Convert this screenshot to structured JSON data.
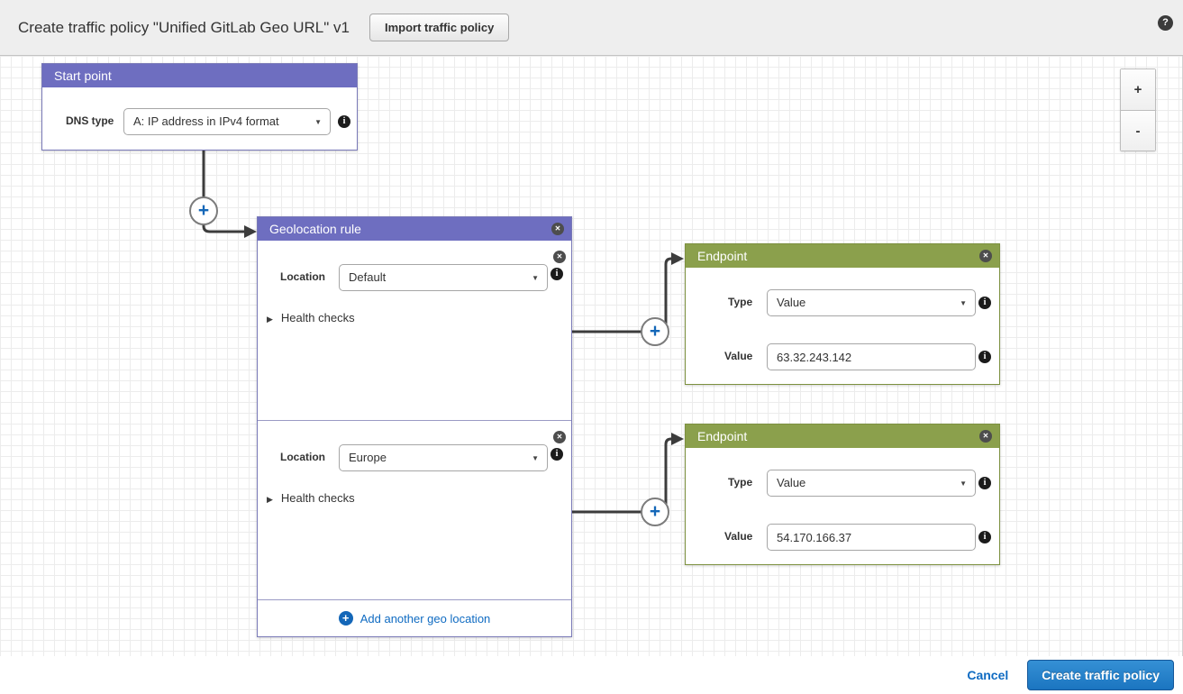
{
  "header": {
    "title": "Create traffic policy \"Unified GitLab Geo URL\" v1",
    "import_button": "Import traffic policy"
  },
  "icons": {
    "help": "?",
    "close": "✕",
    "info": "i",
    "caret": "▼",
    "triangle": "▶",
    "plus": "+",
    "zoom_in": "+",
    "zoom_out": "-"
  },
  "start_point": {
    "title": "Start point",
    "dns_type_label": "DNS type",
    "dns_type_value": "A: IP address in IPv4 format"
  },
  "geolocation_rule": {
    "title": "Geolocation rule",
    "sections": [
      {
        "location_label": "Location",
        "location_value": "Default",
        "health_checks_label": "Health checks"
      },
      {
        "location_label": "Location",
        "location_value": "Europe",
        "health_checks_label": "Health checks"
      }
    ],
    "add_link": "Add another geo location"
  },
  "endpoints": [
    {
      "title": "Endpoint",
      "type_label": "Type",
      "type_value": "Value",
      "value_label": "Value",
      "value": "63.32.243.142"
    },
    {
      "title": "Endpoint",
      "type_label": "Type",
      "type_value": "Value",
      "value_label": "Value",
      "value": "54.170.166.37"
    }
  ],
  "footer": {
    "cancel_label": "Cancel",
    "create_button": "Create traffic policy"
  },
  "colors": {
    "purple_header": "#6e6ec0",
    "green_header": "#8ba04c",
    "link_blue": "#0f6bc2",
    "button_blue": "#1b75c0",
    "connector": "#3c3c3c"
  }
}
